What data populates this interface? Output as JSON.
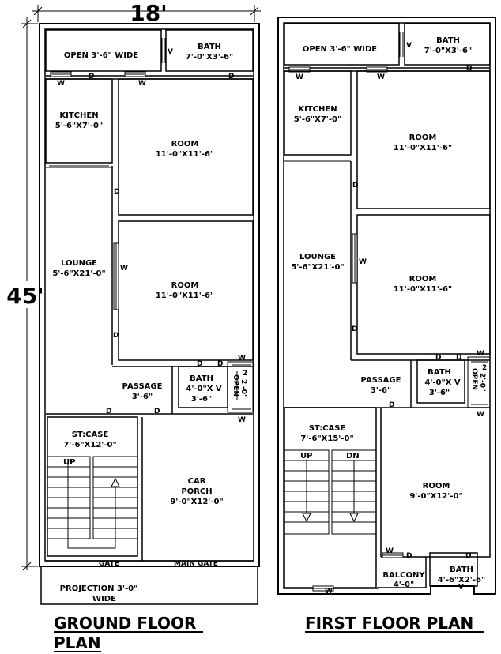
{
  "dimensions": {
    "width": "18'",
    "height": "45'"
  },
  "ground_floor": {
    "title_line1": "GROUND FLOOR",
    "title_line2": "PLAN",
    "open": "OPEN 3'-6\" WIDE",
    "bath_top": {
      "name": "BATH",
      "size": "7'-0\"X3'-6\""
    },
    "kitchen": {
      "name": "KITCHEN",
      "size": "5'-6\"X7'-0\""
    },
    "room1": {
      "name": "ROOM",
      "size": "11'-0\"X11'-6\""
    },
    "lounge": {
      "name": "LOUNGE",
      "size": "5'-6\"X21'-0\""
    },
    "room2": {
      "name": "ROOM",
      "size": "11'-0\"X11'-6\""
    },
    "passage": {
      "name": "PASSAGE",
      "size": "3'-6\""
    },
    "bath_mid": {
      "name": "BATH",
      "size1": "4'-0\"X V",
      "size2": "3'-6\""
    },
    "open_side": {
      "name": "OPEN",
      "size": "2'-0\""
    },
    "stcase": {
      "name": "ST:CASE",
      "size": "7'-6\"X12'-0\"",
      "up": "UP"
    },
    "car_porch": {
      "name1": "CAR",
      "name2": "PORCH",
      "size": "9'-0\"X12'-0\""
    },
    "gate": "GATE",
    "main_gate": "MAIN GATE",
    "projection1": "PROJECTION 3'-0\"",
    "projection2": "WIDE"
  },
  "first_floor": {
    "title": "FIRST FLOOR PLAN",
    "open": "OPEN 3'-6\" WIDE",
    "bath_top": {
      "name": "BATH",
      "size": "7'-0\"X3'-6\""
    },
    "kitchen": {
      "name": "KITCHEN",
      "size": "5'-6\"X7'-0\""
    },
    "room1": {
      "name": "ROOM",
      "size": "11'-0\"X11'-6\""
    },
    "lounge": {
      "name": "LOUNGE",
      "size": "5'-6\"X21'-0\""
    },
    "room2": {
      "name": "ROOM",
      "size": "11'-0\"X11'-6\""
    },
    "passage": {
      "name": "PASSAGE",
      "size": "3'-6\""
    },
    "bath_mid": {
      "name": "BATH",
      "size1": "4'-0\"X V",
      "size2": "3'-6\""
    },
    "open_side": {
      "name": "OPEN",
      "size": "2'-0\""
    },
    "stcase": {
      "name": "ST:CASE",
      "size": "7'-6\"X15'-0\"",
      "up": "UP",
      "dn": "DN"
    },
    "room3": {
      "name": "ROOM",
      "size": "9'-0\"X12'-0\""
    },
    "balcony": {
      "name": "BALCONY",
      "size": "4'-0\""
    },
    "bath_bottom": {
      "name": "BATH",
      "size": "4'-6\"X2'-6\""
    }
  },
  "marks": {
    "door": "D",
    "window": "W",
    "vent": "V",
    "two": "2"
  }
}
